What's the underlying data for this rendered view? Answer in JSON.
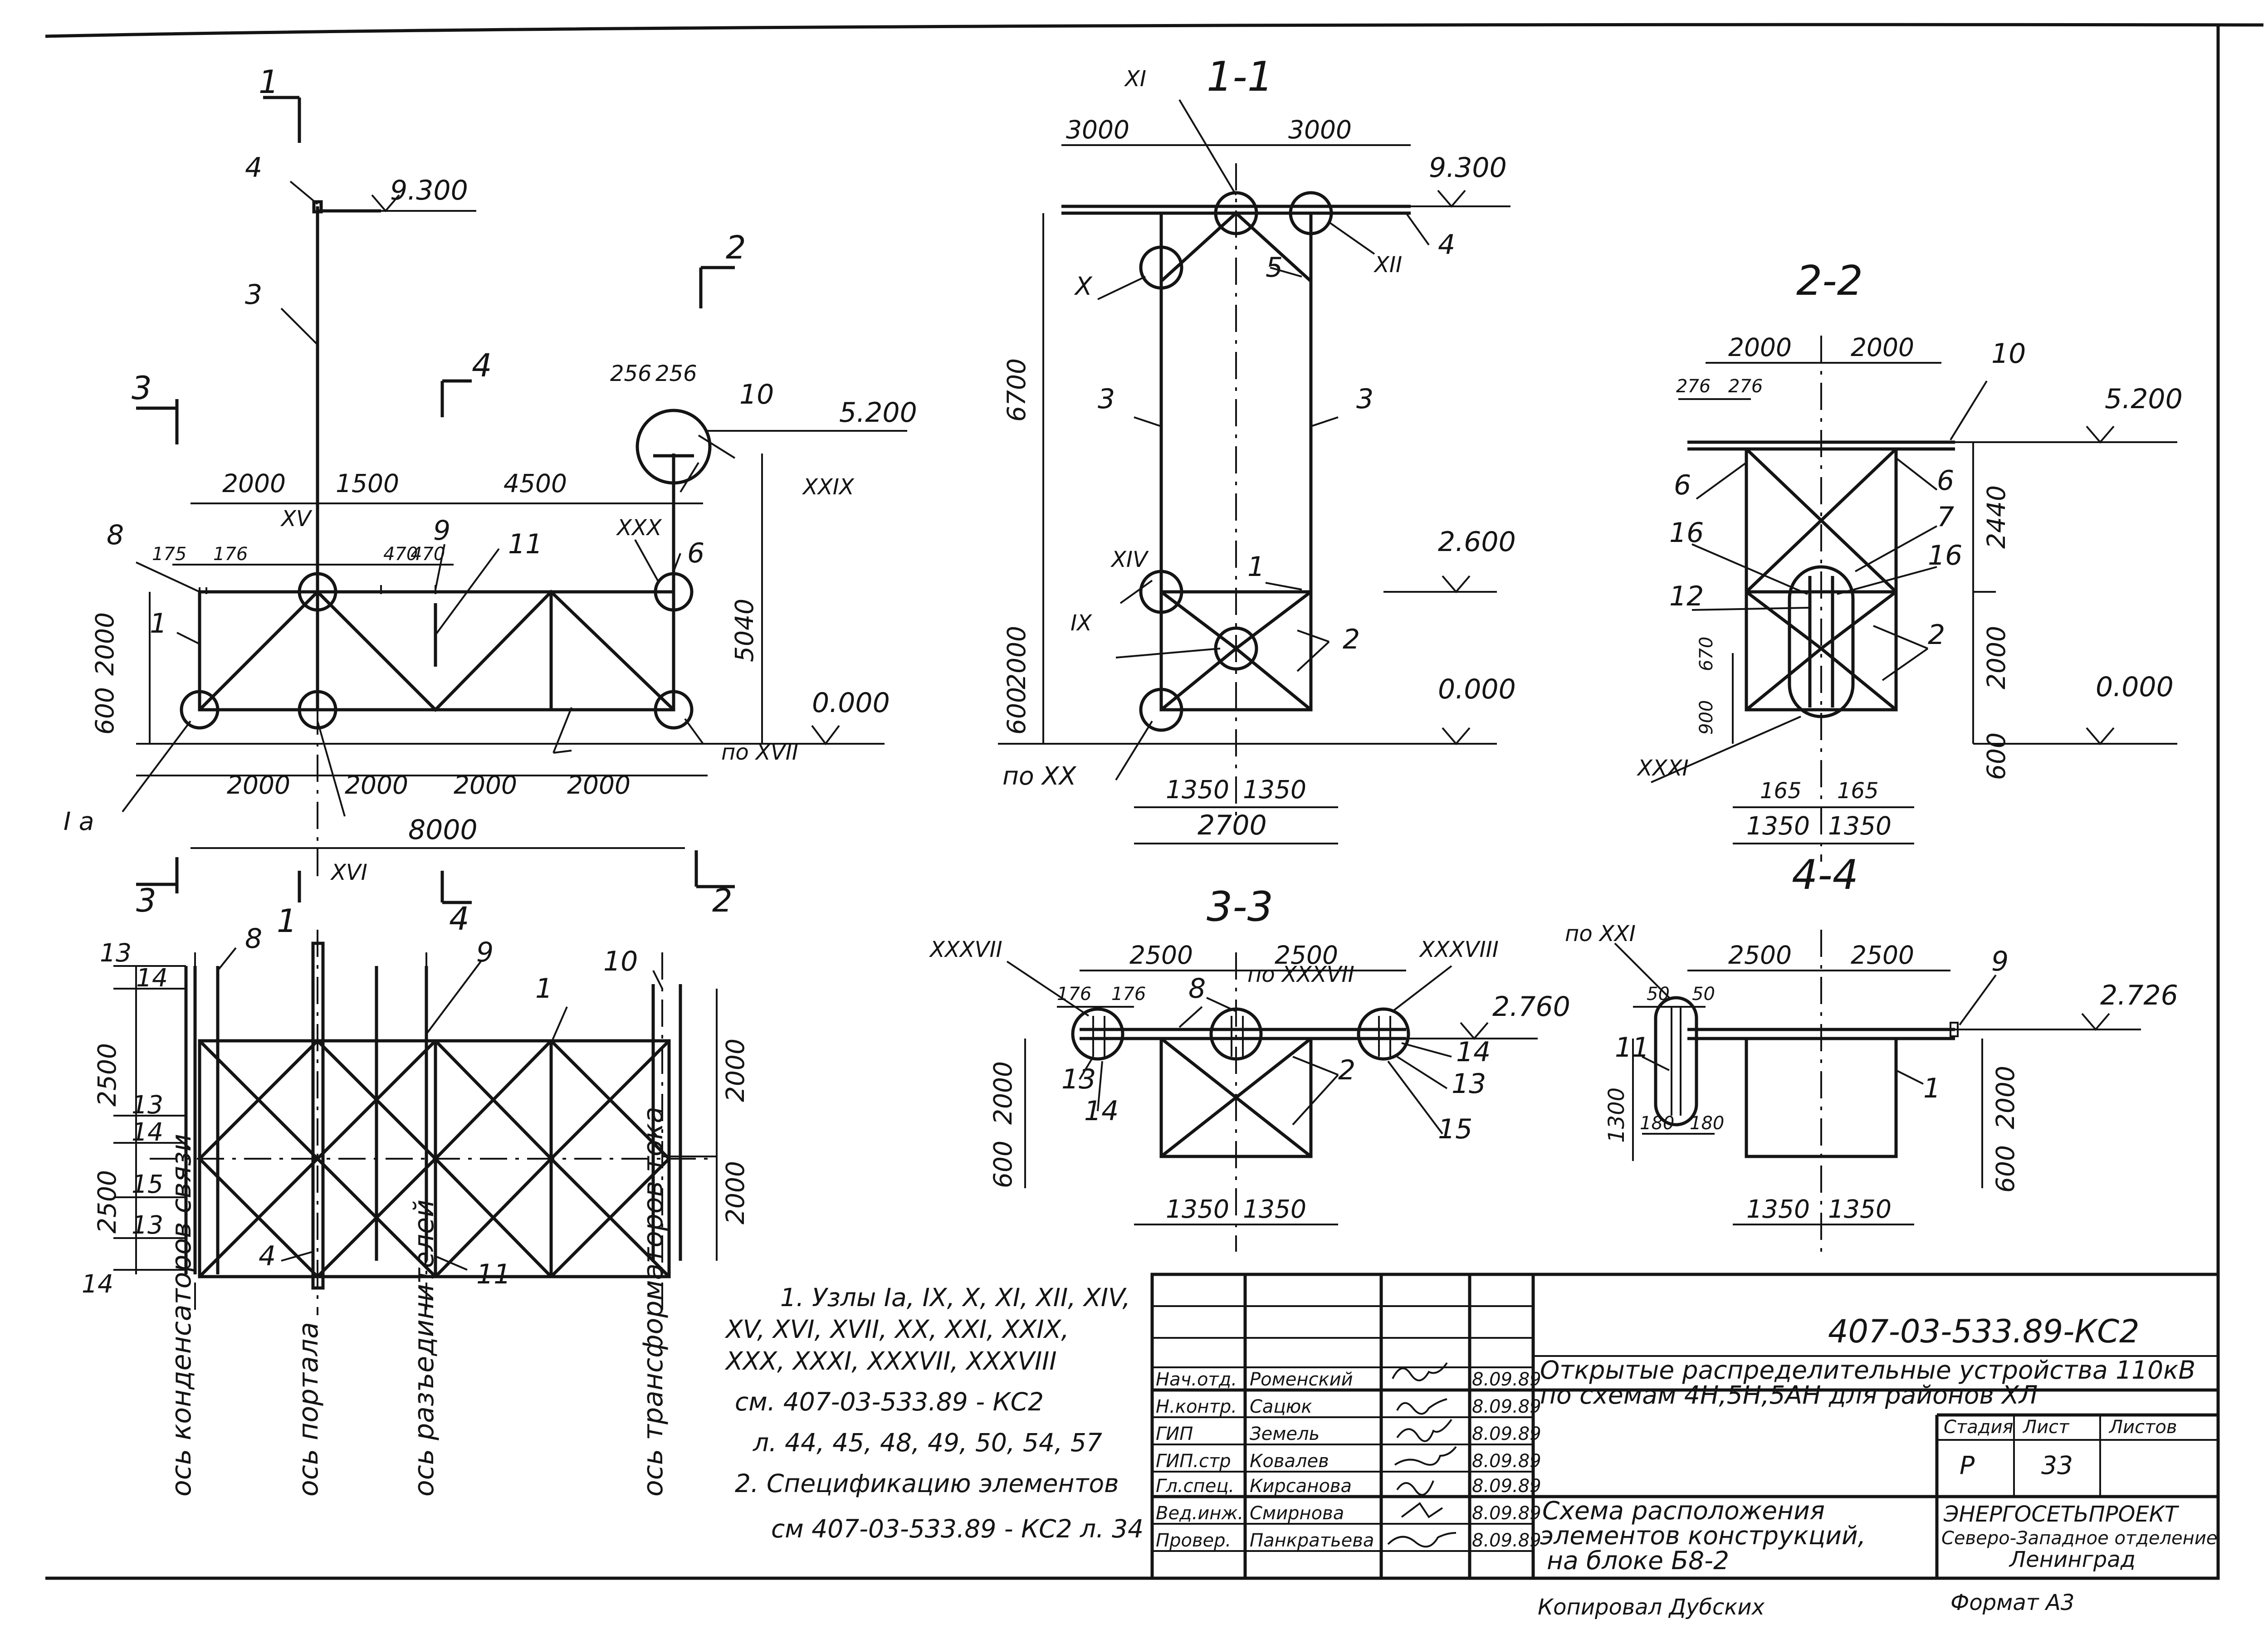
{
  "views": {
    "elevation": {
      "cut_1": "1",
      "cut_2": "2",
      "cut_3": "3",
      "cut_4": "4",
      "level_top": "9.300",
      "level_mid": "5.200",
      "level_zero": "0.000",
      "dim_256a": "256",
      "dim_256b": "256",
      "dim_2000": "2000",
      "dim_1500": "1500",
      "dim_4500": "4500",
      "dim_175": "175",
      "dim_176": "176",
      "dim_470a": "470",
      "dim_470b": "470",
      "dim_v2000": "2000",
      "dim_v600": "600",
      "dim_5040": "5040",
      "dim_b1": "2000",
      "dim_b2": "2000",
      "dim_b3": "2000",
      "dim_b4": "2000",
      "dim_total": "8000",
      "node_xv": "XV",
      "node_xvi": "XVI",
      "node_xxx": "XXX",
      "node_xxix": "XXIX",
      "node_ia": "I a",
      "node_xvii": "по XVII",
      "pos_1": "1",
      "pos_3": "3",
      "pos_4": "4",
      "pos_6": "6",
      "pos_8": "8",
      "pos_9": "9",
      "pos_10": "10",
      "pos_11": "11"
    },
    "section_1_1": {
      "title": "1-1",
      "level_top": "9.300",
      "level_mid": "2.600",
      "level_zero": "0.000",
      "dim_3000a": "3000",
      "dim_3000b": "3000",
      "dim_6700": "6700",
      "dim_2000": "2000",
      "dim_600": "600",
      "dim_1350a": "1350",
      "dim_1350b": "1350",
      "dim_2700": "2700",
      "node_xi": "XI",
      "node_x": "X",
      "node_xii": "XII",
      "node_xiv": "XIV",
      "node_ix": "IX",
      "node_xx": "по XX",
      "pos_1": "1",
      "pos_2": "2",
      "pos_3a": "3",
      "pos_3b": "3",
      "pos_4": "4",
      "pos_5": "5"
    },
    "section_2_2": {
      "title": "2-2",
      "level_mid": "5.200",
      "level_zero": "0.000",
      "dim_2000a": "2000",
      "dim_2000b": "2000",
      "dim_276a": "276",
      "dim_276b": "276",
      "dim_2440": "2440",
      "dim_v2000": "2000",
      "dim_600": "600",
      "dim_670": "670",
      "dim_900": "900",
      "dim_165a": "165",
      "dim_165b": "165",
      "dim_1350a": "1350",
      "dim_1350b": "1350",
      "node_xxxi": "XXXI",
      "pos_10": "10",
      "pos_6a": "6",
      "pos_6b": "6",
      "pos_7": "7",
      "pos_16a": "16",
      "pos_16b": "16",
      "pos_12": "12",
      "pos_2": "2"
    },
    "section_3_3": {
      "title": "3-3",
      "level": "2.760",
      "dim_2500a": "2500",
      "dim_2500b": "2500",
      "dim_176a": "176",
      "dim_176b": "176",
      "dim_2000": "2000",
      "dim_600": "600",
      "dim_1350a": "1350",
      "dim_1350b": "1350",
      "node_xxxvii": "XXXVII",
      "node_poxxxvii": "по XXXVII",
      "node_xxxviii": "XXXVIII",
      "pos_8": "8",
      "pos_2": "2",
      "pos_13a": "13",
      "pos_13b": "13",
      "pos_14a": "14",
      "pos_14b": "14",
      "pos_15": "15"
    },
    "section_4_4": {
      "title": "4-4",
      "level": "2.726",
      "dim_2500a": "2500",
      "dim_2500b": "2500",
      "dim_50a": "50",
      "dim_50b": "50",
      "dim_180a": "180",
      "dim_180b": "180",
      "dim_1300": "1300",
      "dim_2000": "2000",
      "dim_600": "600",
      "dim_1350a": "1350",
      "dim_1350b": "1350",
      "node_xxi": "по XXI",
      "pos_9": "9",
      "pos_11": "11",
      "pos_1": "1"
    },
    "plan": {
      "dim_2500a": "2500",
      "dim_2500b": "2500",
      "dim_2000a": "2000",
      "dim_2000b": "2000",
      "cut_1": "1",
      "cut_2": "2",
      "cut_3": "3",
      "cut_4": "4",
      "pos_1": "1",
      "pos_4": "4",
      "pos_8": "8",
      "pos_9": "9",
      "pos_10": "10",
      "pos_11": "11",
      "pos_13a": "13",
      "pos_13b": "13",
      "pos_13c": "13",
      "pos_14a": "14",
      "pos_14b": "14",
      "pos_14c": "14",
      "pos_15": "15",
      "axis_1": "ось конденсаторов связи",
      "axis_2": "ось портала",
      "axis_3": "ось разъединителей",
      "axis_4": "ось трансформаторов тока"
    }
  },
  "notes": [
    "1. Узлы Iа, IX, X, XI, XII, XIV,",
    "XV, XVI, XVII, XX, XXI, XXIX,",
    "XXX, XXXI, XXXVII, XXXVIII",
    "см. 407-03-533.89 - КС2",
    "л. 44, 45, 48, 49, 50, 54, 57",
    "2. Спецификацию элементов",
    "см 407-03-533.89 - КС2 л. 34"
  ],
  "title_block": {
    "doc_code": "407-03-533.89-КС2",
    "project_line1": "Открытые распределительные устройства 110кВ",
    "project_line2": "по схемам 4Н,5Н,5АН для районов ХЛ",
    "sheet_title_1": "Схема расположения",
    "sheet_title_2": "элементов конструкций,",
    "sheet_title_3": "на блоке Б8-2",
    "stage_label": "Стадия",
    "sheet_label": "Лист",
    "sheets_label": "Листов",
    "stage": "Р",
    "sheet": "33",
    "org1": "ЭНЕРГОСЕТЬПРОЕКТ",
    "org2": "Северо-Западное отделение",
    "org3": "Ленинград",
    "signatures": [
      {
        "role": "Нач.отд.",
        "name": "Роменский",
        "date": "8.09.89"
      },
      {
        "role": "Н.контр.",
        "name": "Сацюк",
        "date": "8.09.89"
      },
      {
        "role": "ГИП",
        "name": "Земель",
        "date": "8.09.89"
      },
      {
        "role": "ГИП.стр",
        "name": "Ковалев",
        "date": "8.09.89"
      },
      {
        "role": "Гл.спец.",
        "name": "Кирсанова",
        "date": "8.09.89"
      },
      {
        "role": "Вед.инж.",
        "name": "Смирнова",
        "date": "8.09.89"
      },
      {
        "role": "Провер.",
        "name": "Панкратьева",
        "date": "8.09.89"
      }
    ]
  },
  "footer": {
    "copied": "Копировал Дубских",
    "format": "Формат А3"
  }
}
